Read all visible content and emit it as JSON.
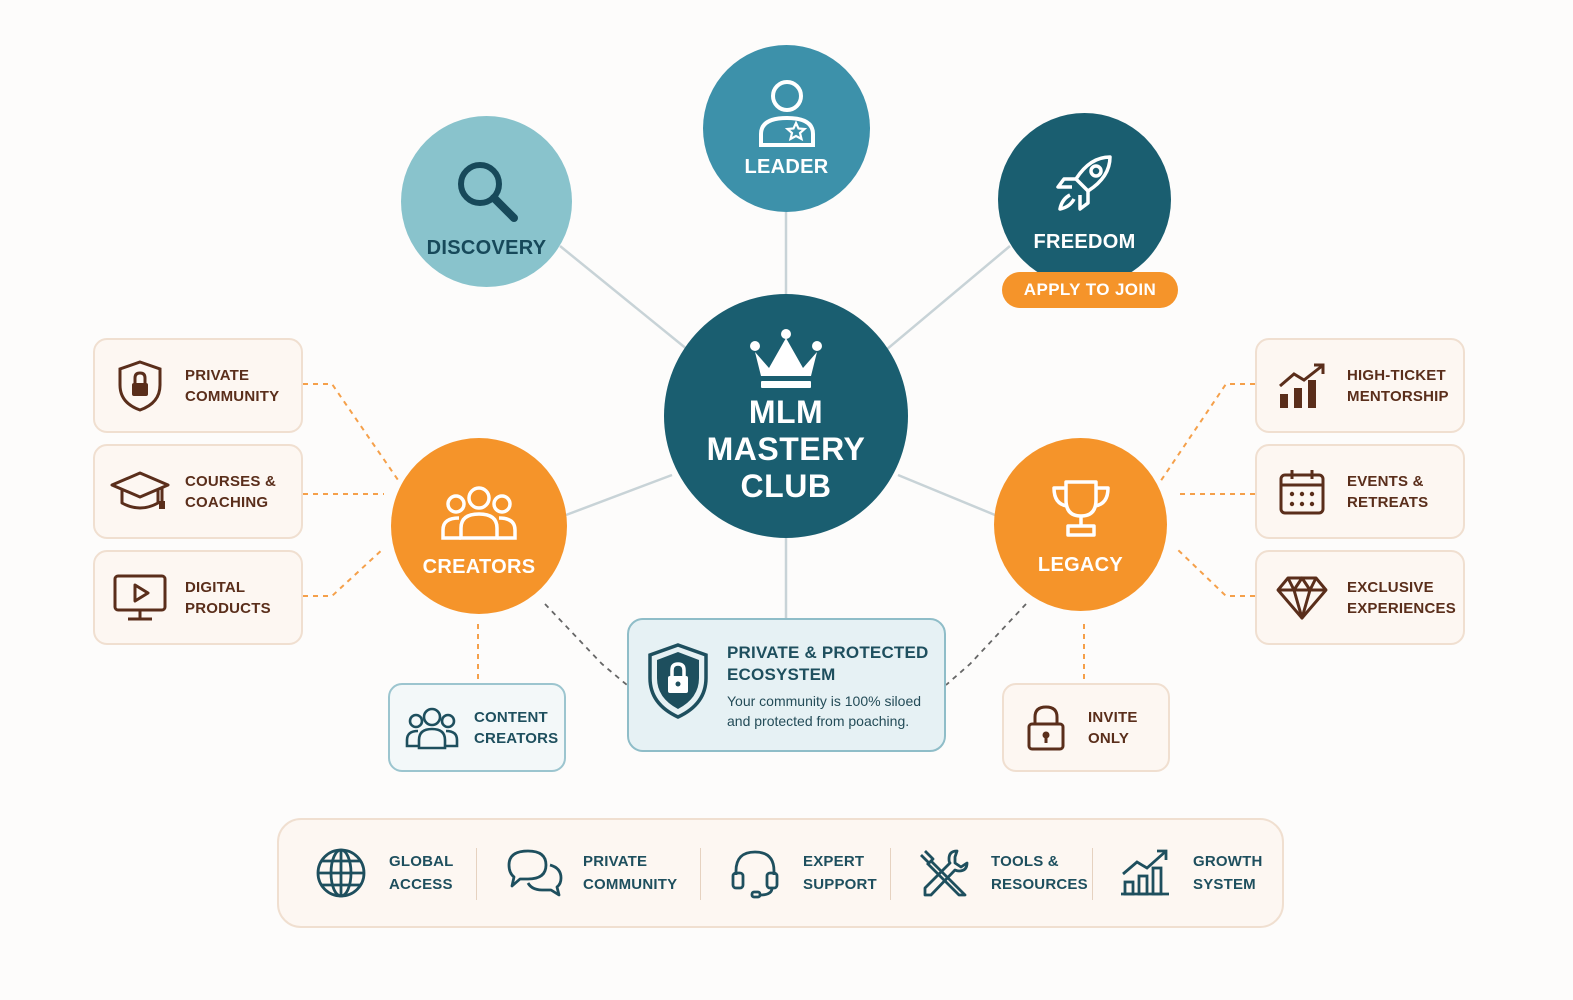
{
  "hub": {
    "title": "MLM\nMASTERY\nCLUB",
    "icon": "crown-icon"
  },
  "nodes": {
    "discovery": {
      "label": "DISCOVERY",
      "icon": "magnifier-icon"
    },
    "leader": {
      "label": "LEADER",
      "icon": "user-star-icon"
    },
    "freedom": {
      "label": "FREEDOM",
      "icon": "rocket-icon"
    },
    "creators": {
      "label": "CREATORS",
      "icon": "group-icon"
    },
    "legacy": {
      "label": "LEGACY",
      "icon": "trophy-icon"
    }
  },
  "apply_button": {
    "label": "APPLY TO JOIN"
  },
  "left_cards": [
    {
      "label": "PRIVATE\nCOMMUNITY",
      "icon": "shield-lock-icon"
    },
    {
      "label": "COURSES &\nCOACHING",
      "icon": "graduation-cap-icon"
    },
    {
      "label": "DIGITAL\nPRODUCTS",
      "icon": "monitor-play-icon"
    }
  ],
  "right_cards": [
    {
      "label": "HIGH-TICKET\nMENTORSHIP",
      "icon": "growth-chart-icon"
    },
    {
      "label": "EVENTS &\nRETREATS",
      "icon": "calendar-icon"
    },
    {
      "label": "EXCLUSIVE\nEXPERIENCES",
      "icon": "diamond-icon"
    }
  ],
  "content_creators": {
    "label": "CONTENT\nCREATORS",
    "icon": "people-icon"
  },
  "invite_only": {
    "label": "INVITE\nONLY",
    "icon": "padlock-icon"
  },
  "ecosystem": {
    "title": "PRIVATE & PROTECTED\nECOSYSTEM",
    "description": "Your community is 100% siloed\nand protected from poaching.",
    "icon": "shield-lock-icon"
  },
  "features": [
    {
      "label": "GLOBAL\nACCESS",
      "icon": "globe-icon"
    },
    {
      "label": "PRIVATE\nCOMMUNITY",
      "icon": "chat-bubbles-icon"
    },
    {
      "label": "EXPERT\nSUPPORT",
      "icon": "headset-icon"
    },
    {
      "label": "TOOLS &\nRESOURCES",
      "icon": "tools-icon"
    },
    {
      "label": "GROWTH\nSYSTEM",
      "icon": "growth-chart-icon"
    }
  ],
  "colors": {
    "teal_dark": "#1a5e70",
    "teal_mid": "#3d91aa",
    "teal_light": "#89c3cc",
    "orange": "#f5942a",
    "brown_text": "#5a2e1b",
    "connector": "#c3cfd3"
  }
}
